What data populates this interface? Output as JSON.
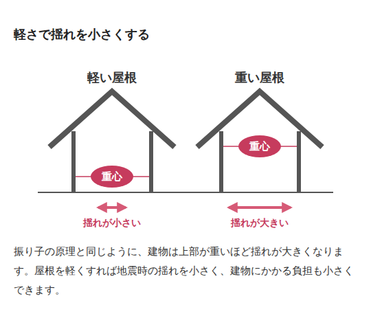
{
  "diagram": {
    "title": "軽さで揺れを小さくする",
    "caption": "振り子の原理と同じように、建物は上部が重いほど揺れが大きくなります。屋根を軽くすれば地震時の揺れを小さく、建物にかかる負担も小さくできます。",
    "nodes": [
      {
        "text": [
          "軽い屋根"
        ]
      },
      {
        "text": [
          "重心"
        ],
        "in": 0
      },
      {
        "text": [
          "重い屋根"
        ]
      },
      {
        "text": [
          "重心"
        ],
        "in": 2
      }
    ],
    "labels": [
      "揺れが小さい",
      "揺れが大きい"
    ]
  }
}
